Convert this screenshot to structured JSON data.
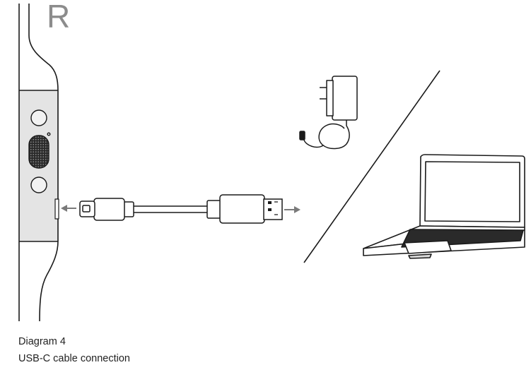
{
  "side_letter": "R",
  "caption": {
    "line1": "Diagram 4",
    "line2": "USB-C cable connection"
  },
  "colors": {
    "stroke": "#1a1a1a",
    "device_panel": "#e4e4e4",
    "arrow": "#7a7a7a",
    "letter": "#8c8c8c",
    "keyboard": "#2a2a2a"
  },
  "icons": [
    "headphone-band-icon",
    "power-button-icon",
    "volume-rocker-icon",
    "usb-c-cable-icon",
    "usb-a-plug-icon",
    "wall-charger-icon",
    "laptop-icon"
  ]
}
